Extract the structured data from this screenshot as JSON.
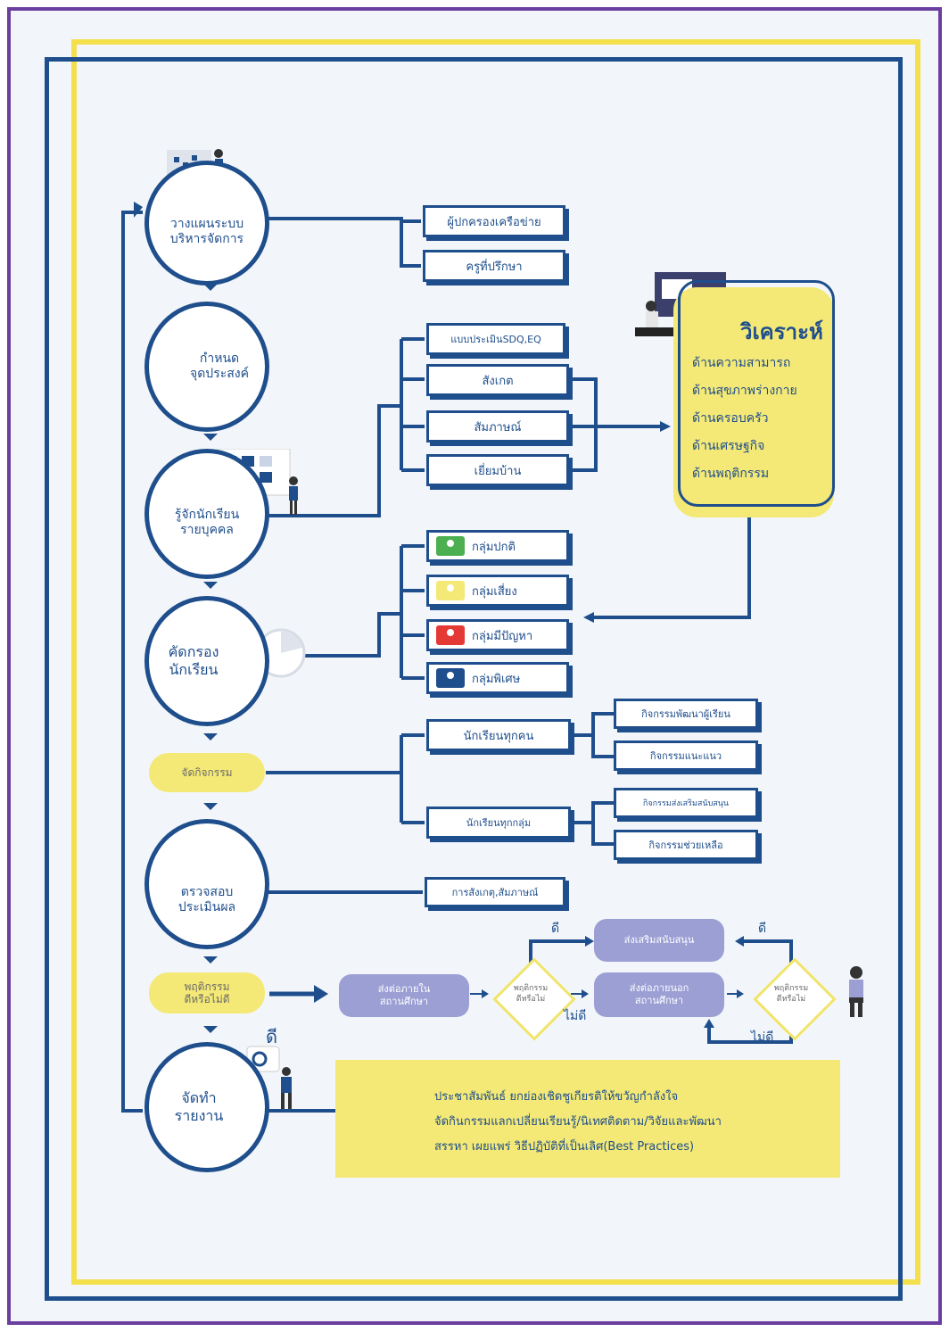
{
  "steps": {
    "plan": "วางแผนระบบ\nบริหารจัดการ",
    "define": "กำหนด\nจุดประสงค์",
    "know": "รู้จักนักเรียน\nรายบุคคล",
    "screen": "คัดกรอง\nนักเรียน",
    "activity": "จัดกิจกรรม",
    "evaluate": "ตรวจสอบ\nประเมินผล",
    "behavior": "พฤติกรรม\nดีหรือไม่ดี",
    "report": "จัดทำ\nรายงาน"
  },
  "plan_boxes": [
    "ผู้ปกครองเครือข่าย",
    "ครูที่ปรึกษา"
  ],
  "know_boxes": [
    "แบบประเมินSDQ,EQ",
    "สังเกต",
    "สัมภาษณ์",
    "เยี่ยมบ้าน"
  ],
  "analysis": {
    "title": "วิเคราะห์",
    "items": [
      "ด้านความสามารถ",
      "ด้านสุขภาพร่างกาย",
      "ด้านครอบครัว",
      "ด้านเศรษฐกิจ",
      "ด้านพฤติกรรม"
    ]
  },
  "groups": [
    {
      "label": "กลุ่มปกติ",
      "color": "#4caf50"
    },
    {
      "label": "กลุ่มเสี่ยง",
      "color": "#f4e976"
    },
    {
      "label": "กลุ่มมีปัญหา",
      "color": "#e53935"
    },
    {
      "label": "กลุ่มพิเศษ",
      "color": "#1f4e8c"
    }
  ],
  "activity_targets": [
    "นักเรียนทุกคน",
    "นักเรียนทุกกลุ่ม"
  ],
  "activity_items": [
    "กิจกรรมพัฒนาผู้เรียน",
    "กิจกรรมแนะแนว",
    "กิจกรรมส่งเสริมสนับสนุน",
    "กิจกรรมช่วยเหลือ"
  ],
  "evaluate_box": "การสังเกตุ,สัมภาษณ์",
  "flow": {
    "refer_inside": "ส่งต่อภายใน\nสถานศึกษา",
    "refer_outside": "ส่งต่อภายนอก\nสถานศึกษา",
    "promote": "ส่งเสริมสนับสนุน",
    "decision": "พฤติกรรม\nดีหรือไม่",
    "good": "ดี",
    "not_good": "ไม่ดี"
  },
  "report_lines": [
    "ประชาสัมพันธ์ ยกย่องเชิดชูเกียรติให้ขวัญกำลังใจ",
    "จัดกินกรรมแลกเปลี่ยนเรียนรู้/นิเทศติดตาม/วิจัยและพัฒนา",
    "สรรหา เผยแพร่ วิธีปฏิบัติที่เป็นเลิศ(Best Practices)"
  ],
  "colors": {
    "navy": "#1f4e8c",
    "yellow": "#f4e976",
    "purple": "#6b3fa0",
    "lavender": "#9b9fd4"
  }
}
